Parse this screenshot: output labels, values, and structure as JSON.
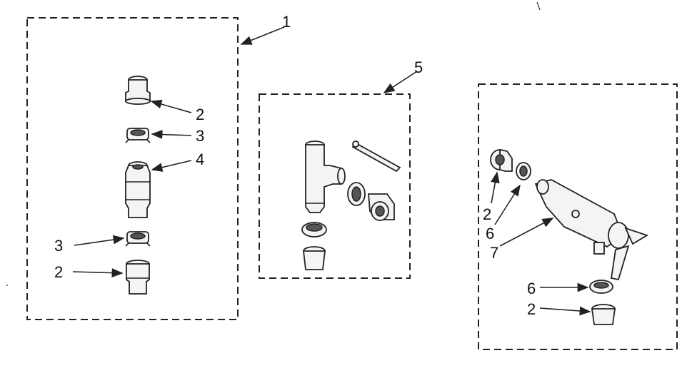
{
  "callouts": {
    "c1": "1",
    "c2a": "2",
    "c3a": "3",
    "c4": "4",
    "c3b": "3",
    "c2b": "2",
    "c5": "5",
    "c2c": "2",
    "c6a": "6",
    "c7": "7",
    "c6b": "6",
    "c2d": "2"
  }
}
